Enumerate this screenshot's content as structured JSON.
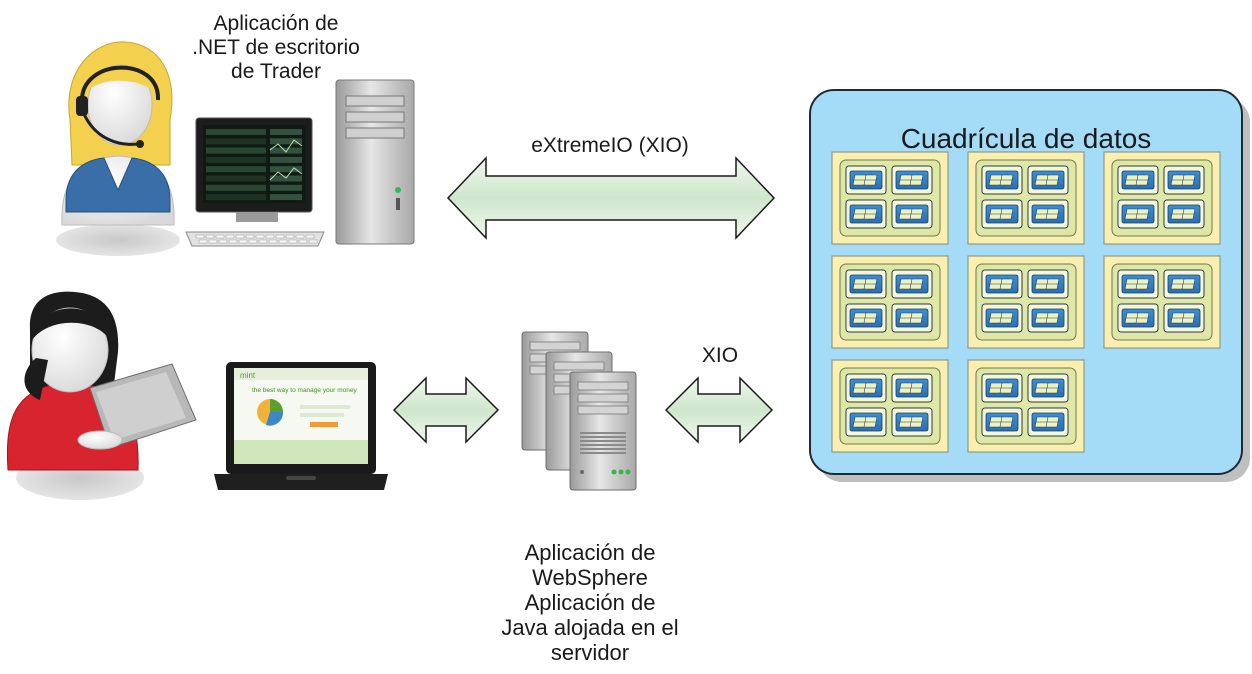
{
  "labels": {
    "trader_app": "Aplicación de\n.NET de escritorio\nde Trader",
    "xio_top": "eXtremeIO (XIO)",
    "xio_bottom": "XIO",
    "server_app": "Aplicación de\nWebSphere\nAplicación de\nJava alojada en el\nservidor",
    "data_grid": "Cuadrícula de datos"
  },
  "laptop_screen": {
    "tagline": "the best way to manage your money"
  },
  "colors": {
    "grid_fill": "#a4dcf7",
    "grid_stroke": "#1f2b33",
    "container_fill": "#f8efb0",
    "partition_fill": "#3a86c8",
    "arrow_fill": "#d8ecd6",
    "arrow_stroke": "#1a1a1a",
    "headset_hair": "#f3d04e",
    "woman_shirt": "#d8242f"
  },
  "icons": {
    "trader_user": "headset-user-icon",
    "desktop_monitor": "monitor-icon",
    "desktop_tower": "tower-pc-icon",
    "web_user": "laptop-user-icon",
    "laptop": "laptop-icon",
    "server_stack": "server-stack-icon",
    "grid_partition": "partition-icon"
  }
}
